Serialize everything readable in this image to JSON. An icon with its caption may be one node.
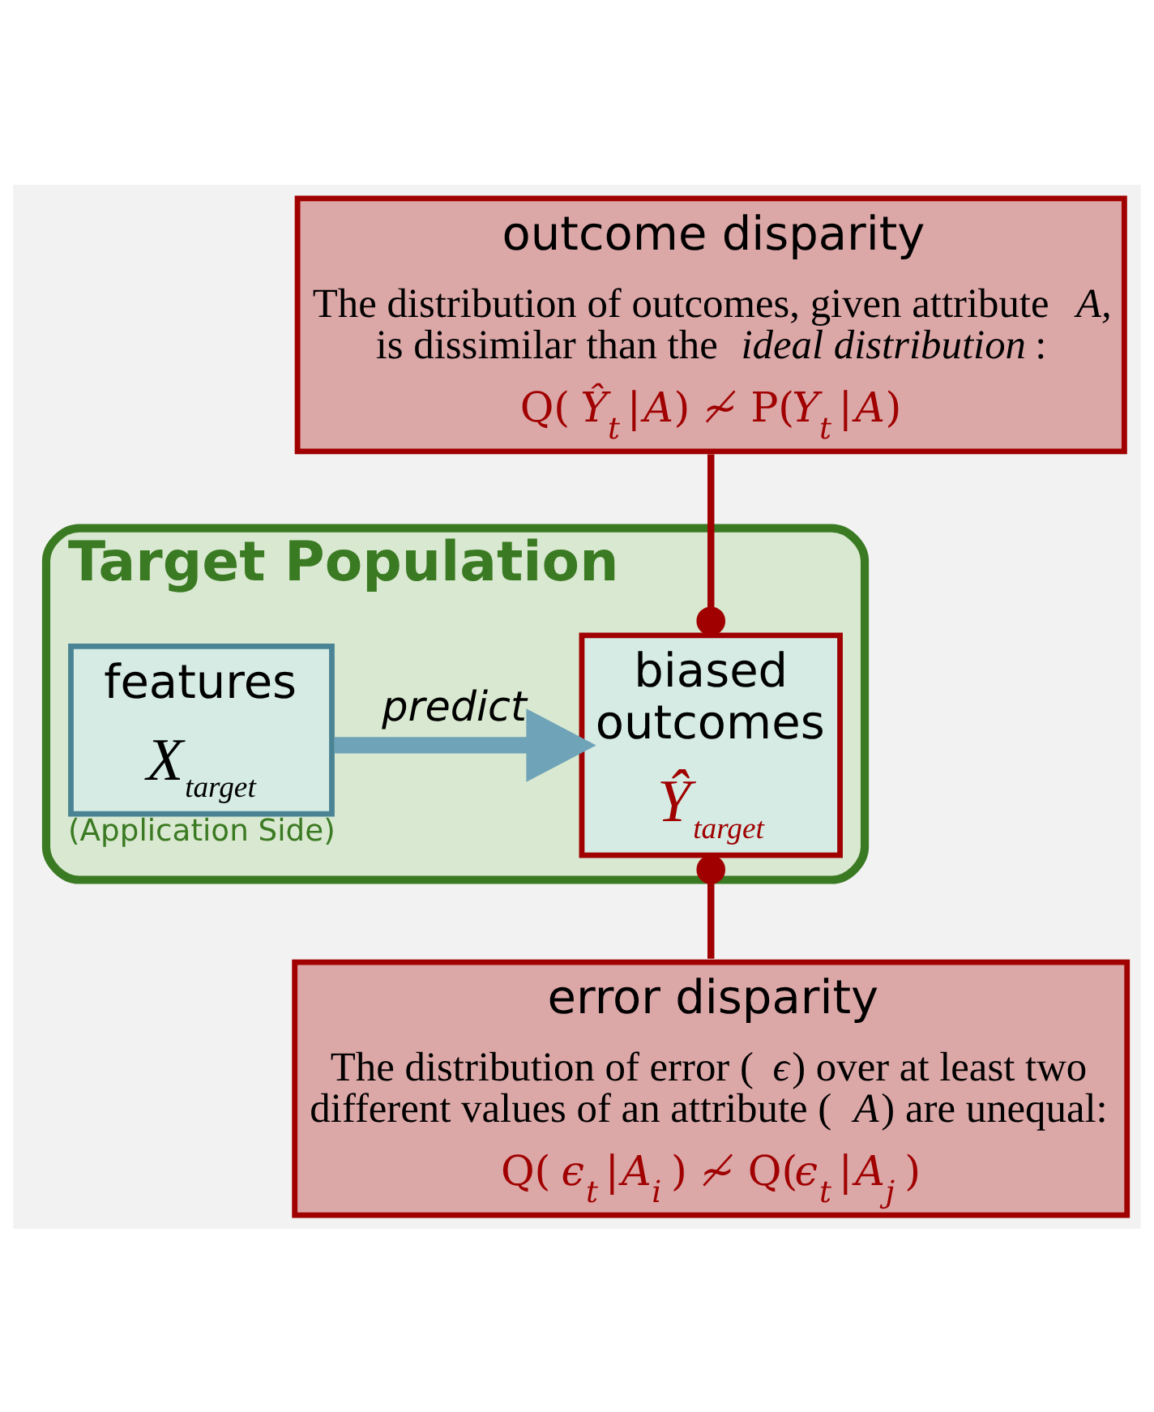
{
  "diagram": {
    "nodes": [
      {
        "text": [
          "outcome disparity",
          "The distribution of outcomes, given attribute *A,* is dissimilar than the *ideal distribution*:",
          "Q(*Ŷ*$_{t}$|*A*) ≁ P(*Y*$_{t}$|*A*)"
        ]
      },
      {
        "text": [
          "Target Population"
        ]
      },
      {
        "text": [
          "features",
          "*X*$_{target}$"
        ],
        "in": 1,
        "beside": [
          "(Application Side)"
        ]
      },
      {
        "text": [
          "biased outcomes",
          "*Ŷ*$_{target}$"
        ],
        "in": 1
      },
      {
        "text": [
          "error disparity",
          "The distribution of error (*ϵ*) over at least two different values of an attribute (*A*) are unequal:",
          "Q(*ϵ*$_{t}$|*A*$_{i}$) ≁ Q(*ϵ*$_{t}$|*A*$_{j}$)"
        ]
      }
    ],
    "edges": [
      {
        "from": 0,
        "to": 3,
        "arrow": "other"
      },
      {
        "from": 2,
        "to": 3,
        "arrow": "to",
        "label": "predict",
        "style": "thick",
        "color": "#6fa3b8"
      },
      {
        "from": 4,
        "to": 3,
        "arrow": "other"
      }
    ]
  }
}
